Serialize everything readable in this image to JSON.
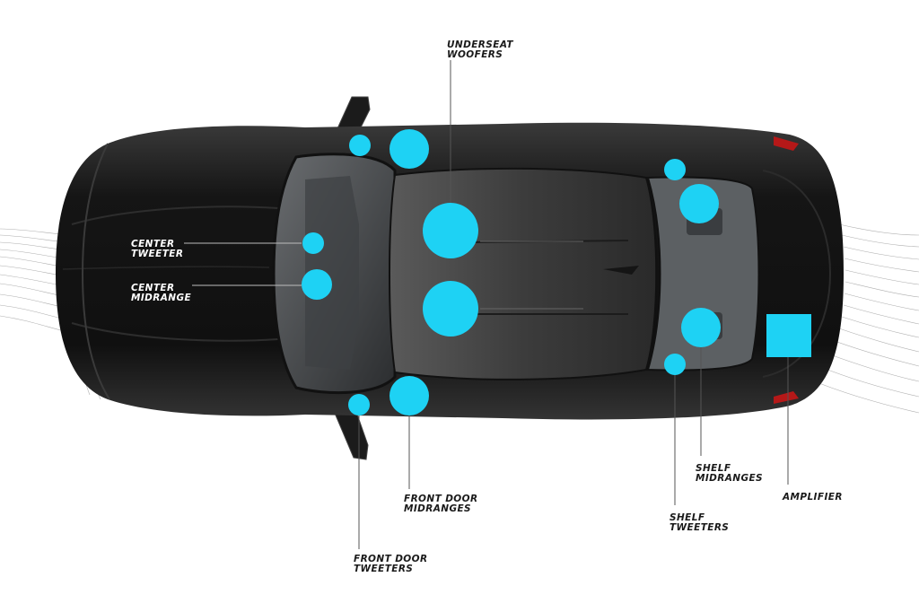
{
  "colors": {
    "speaker": "#1ed2f4",
    "car_body": "#141414",
    "background": "#ffffff",
    "label_dark": "#1a1a1a",
    "label_light": "#ffffff"
  },
  "labels": {
    "underseat_woofers": {
      "line1": "UNDERSEAT",
      "line2": "WOOFERS"
    },
    "center_tweeter": {
      "line1": "CENTER",
      "line2": "TWEETER"
    },
    "center_midrange": {
      "line1": "CENTER",
      "line2": "MIDRANGE"
    },
    "front_door_midranges": {
      "line1": "FRONT DOOR",
      "line2": "MIDRANGES"
    },
    "front_door_tweeters": {
      "line1": "FRONT DOOR",
      "line2": "TWEETERS"
    },
    "shelf_midranges": {
      "line1": "SHELF",
      "line2": "MIDRANGES"
    },
    "shelf_tweeters": {
      "line1": "SHELF",
      "line2": "TWEETERS"
    },
    "amplifier": {
      "line1": "AMPLIFIER"
    }
  }
}
